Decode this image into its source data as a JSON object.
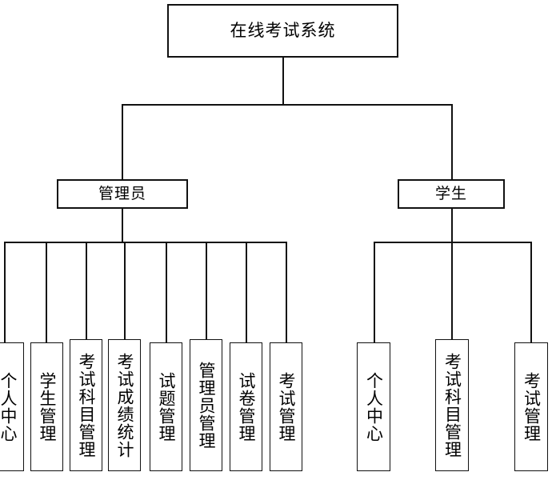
{
  "diagram": {
    "title": "在线考试系统",
    "type": "org-chart",
    "orientation": "top-down",
    "root": {
      "id": "root",
      "label": "在线考试系统"
    },
    "branches": [
      {
        "id": "admin",
        "label": "管理员",
        "children": [
          {
            "id": "admin-personal-center",
            "label": "个人中心"
          },
          {
            "id": "admin-student-mgmt",
            "label": "学生管理"
          },
          {
            "id": "admin-subject-mgmt",
            "label": "考试科目管理"
          },
          {
            "id": "admin-score-stats",
            "label": "考试成绩统计"
          },
          {
            "id": "admin-question-mgmt",
            "label": "试题管理"
          },
          {
            "id": "admin-admin-mgmt",
            "label": "管理员管理"
          },
          {
            "id": "admin-paper-mgmt",
            "label": "试卷管理"
          },
          {
            "id": "admin-exam-mgmt",
            "label": "考试管理"
          }
        ]
      },
      {
        "id": "student",
        "label": "学生",
        "children": [
          {
            "id": "student-personal-center",
            "label": "个人中心"
          },
          {
            "id": "student-subject-mgmt",
            "label": "考试科目管理"
          },
          {
            "id": "student-exam-mgmt",
            "label": "考试管理"
          }
        ]
      }
    ],
    "colors": {
      "background": "#ffffff",
      "line": "#111111",
      "text": "#000000",
      "box_fill": "#ffffff"
    }
  }
}
